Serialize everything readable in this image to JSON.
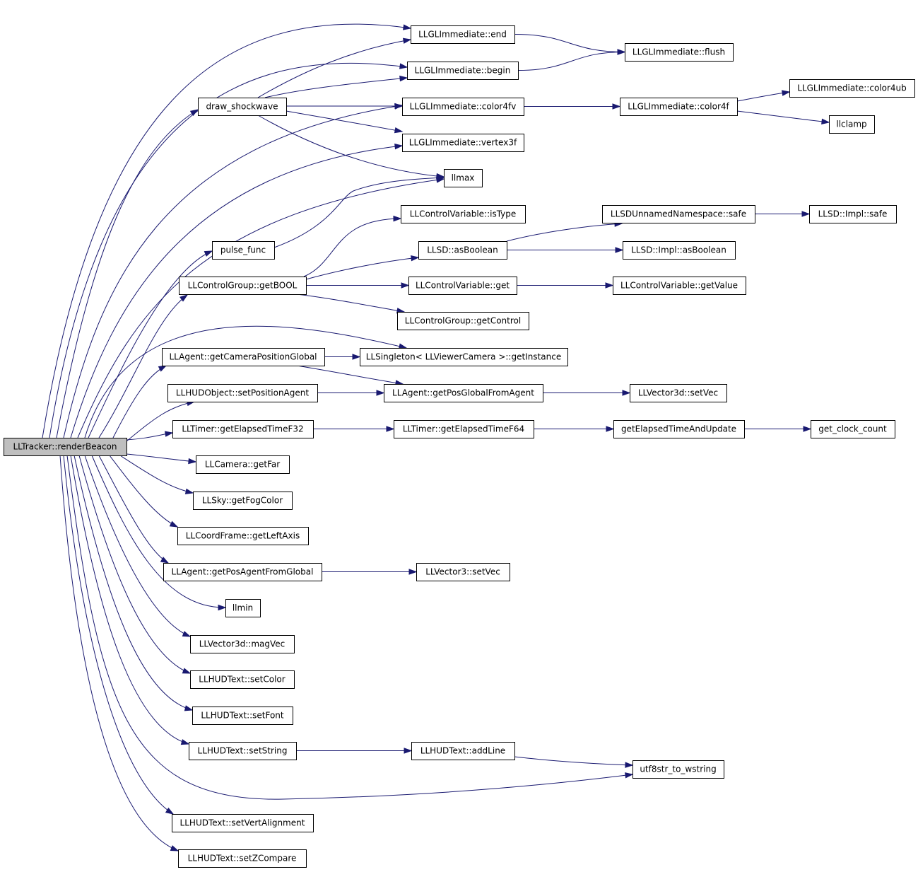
{
  "graph": {
    "nodes": [
      {
        "id": "root",
        "label": "LLTracker::renderBeacon"
      },
      {
        "id": "glend",
        "label": "LLGLImmediate::end"
      },
      {
        "id": "flush",
        "label": "LLGLImmediate::flush"
      },
      {
        "id": "begin",
        "label": "LLGLImmediate::begin"
      },
      {
        "id": "shock",
        "label": "draw_shockwave"
      },
      {
        "id": "c4fv",
        "label": "LLGLImmediate::color4fv"
      },
      {
        "id": "c4f",
        "label": "LLGLImmediate::color4f"
      },
      {
        "id": "c4ub",
        "label": "LLGLImmediate::color4ub"
      },
      {
        "id": "llclamp",
        "label": "llclamp"
      },
      {
        "id": "v3f",
        "label": "LLGLImmediate::vertex3f"
      },
      {
        "id": "llmax",
        "label": "llmax"
      },
      {
        "id": "istype",
        "label": "LLControlVariable::isType"
      },
      {
        "id": "unsafe",
        "label": "LLSDUnnamedNamespace::safe"
      },
      {
        "id": "implsafe",
        "label": "LLSD::Impl::safe"
      },
      {
        "id": "pulse",
        "label": "pulse_func"
      },
      {
        "id": "asbool",
        "label": "LLSD::asBoolean"
      },
      {
        "id": "implasbool",
        "label": "LLSD::Impl::asBoolean"
      },
      {
        "id": "getbool",
        "label": "LLControlGroup::getBOOL"
      },
      {
        "id": "cvget",
        "label": "LLControlVariable::get"
      },
      {
        "id": "getvalue",
        "label": "LLControlVariable::getValue"
      },
      {
        "id": "getcontrol",
        "label": "LLControlGroup::getControl"
      },
      {
        "id": "camposglobal",
        "label": "LLAgent::getCameraPositionGlobal"
      },
      {
        "id": "singleton",
        "label": "LLSingleton< LLViewerCamera >::getInstance"
      },
      {
        "id": "hudsetpos",
        "label": "LLHUDObject::setPositionAgent"
      },
      {
        "id": "posglobal",
        "label": "LLAgent::getPosGlobalFromAgent"
      },
      {
        "id": "v3dsetvec",
        "label": "LLVector3d::setVec"
      },
      {
        "id": "f32",
        "label": "LLTimer::getElapsedTimeF32"
      },
      {
        "id": "f64",
        "label": "LLTimer::getElapsedTimeF64"
      },
      {
        "id": "etupdate",
        "label": "getElapsedTimeAndUpdate"
      },
      {
        "id": "clockcount",
        "label": "get_clock_count"
      },
      {
        "id": "getfar",
        "label": "LLCamera::getFar"
      },
      {
        "id": "fogcolor",
        "label": "LLSky::getFogColor"
      },
      {
        "id": "leftaxis",
        "label": "LLCoordFrame::getLeftAxis"
      },
      {
        "id": "posagent",
        "label": "LLAgent::getPosAgentFromGlobal"
      },
      {
        "id": "v3setvec",
        "label": "LLVector3::setVec"
      },
      {
        "id": "llmin",
        "label": "llmin"
      },
      {
        "id": "magvec",
        "label": "LLVector3d::magVec"
      },
      {
        "id": "setcolor",
        "label": "LLHUDText::setColor"
      },
      {
        "id": "setfont",
        "label": "LLHUDText::setFont"
      },
      {
        "id": "setstring",
        "label": "LLHUDText::setString"
      },
      {
        "id": "addline",
        "label": "LLHUDText::addLine"
      },
      {
        "id": "utf8",
        "label": "utf8str_to_wstring"
      },
      {
        "id": "vertalign",
        "label": "LLHUDText::setVertAlignment"
      },
      {
        "id": "zcompare",
        "label": "LLHUDText::setZCompare"
      }
    ],
    "edges": [
      [
        "root",
        "glend"
      ],
      [
        "root",
        "begin"
      ],
      [
        "root",
        "shock"
      ],
      [
        "root",
        "c4fv"
      ],
      [
        "root",
        "v3f"
      ],
      [
        "root",
        "llmax"
      ],
      [
        "root",
        "pulse"
      ],
      [
        "root",
        "getbool"
      ],
      [
        "root",
        "singleton"
      ],
      [
        "root",
        "camposglobal"
      ],
      [
        "root",
        "hudsetpos"
      ],
      [
        "root",
        "f32"
      ],
      [
        "root",
        "getfar"
      ],
      [
        "root",
        "fogcolor"
      ],
      [
        "root",
        "leftaxis"
      ],
      [
        "root",
        "posagent"
      ],
      [
        "root",
        "llmin"
      ],
      [
        "root",
        "magvec"
      ],
      [
        "root",
        "setcolor"
      ],
      [
        "root",
        "setfont"
      ],
      [
        "root",
        "setstring"
      ],
      [
        "root",
        "utf8"
      ],
      [
        "root",
        "vertalign"
      ],
      [
        "root",
        "zcompare"
      ],
      [
        "glend",
        "flush"
      ],
      [
        "begin",
        "flush"
      ],
      [
        "shock",
        "glend"
      ],
      [
        "shock",
        "begin"
      ],
      [
        "shock",
        "c4fv"
      ],
      [
        "shock",
        "v3f"
      ],
      [
        "shock",
        "llmax"
      ],
      [
        "c4fv",
        "c4f"
      ],
      [
        "c4f",
        "c4ub"
      ],
      [
        "c4f",
        "llclamp"
      ],
      [
        "pulse",
        "llmax"
      ],
      [
        "getbool",
        "istype"
      ],
      [
        "getbool",
        "asbool"
      ],
      [
        "getbool",
        "cvget"
      ],
      [
        "getbool",
        "getcontrol"
      ],
      [
        "asbool",
        "unsafe"
      ],
      [
        "asbool",
        "implasbool"
      ],
      [
        "unsafe",
        "implsafe"
      ],
      [
        "cvget",
        "getvalue"
      ],
      [
        "camposglobal",
        "singleton"
      ],
      [
        "camposglobal",
        "posglobal"
      ],
      [
        "hudsetpos",
        "posglobal"
      ],
      [
        "posglobal",
        "v3dsetvec"
      ],
      [
        "f32",
        "f64"
      ],
      [
        "f64",
        "etupdate"
      ],
      [
        "etupdate",
        "clockcount"
      ],
      [
        "posagent",
        "v3setvec"
      ],
      [
        "setstring",
        "addline"
      ],
      [
        "addline",
        "utf8"
      ]
    ]
  }
}
